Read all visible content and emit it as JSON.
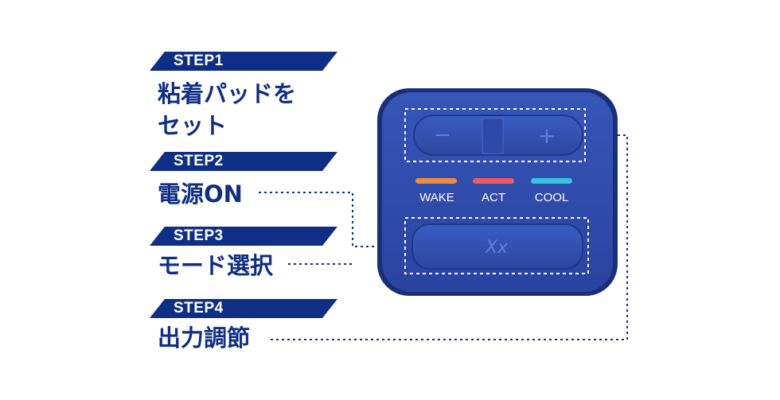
{
  "steps": [
    {
      "label": "STEP1",
      "text": "粘着パッドを\nセット"
    },
    {
      "label": "STEP2",
      "text": "電源ON"
    },
    {
      "label": "STEP3",
      "text": "モード選択"
    },
    {
      "label": "STEP4",
      "text": "出力調節"
    }
  ],
  "device": {
    "minus_symbol": "−",
    "plus_symbol": "+",
    "mode_labels": [
      "WAKE",
      "ACT",
      "COOL"
    ],
    "led_colors": [
      "#f08a3a",
      "#f05a5a",
      "#35c4e0"
    ],
    "mode_button_logo": "Xx"
  },
  "colors": {
    "brand": "#0f2f86",
    "device_body": "#2f4cab",
    "device_rim": "#1a2f7a"
  }
}
